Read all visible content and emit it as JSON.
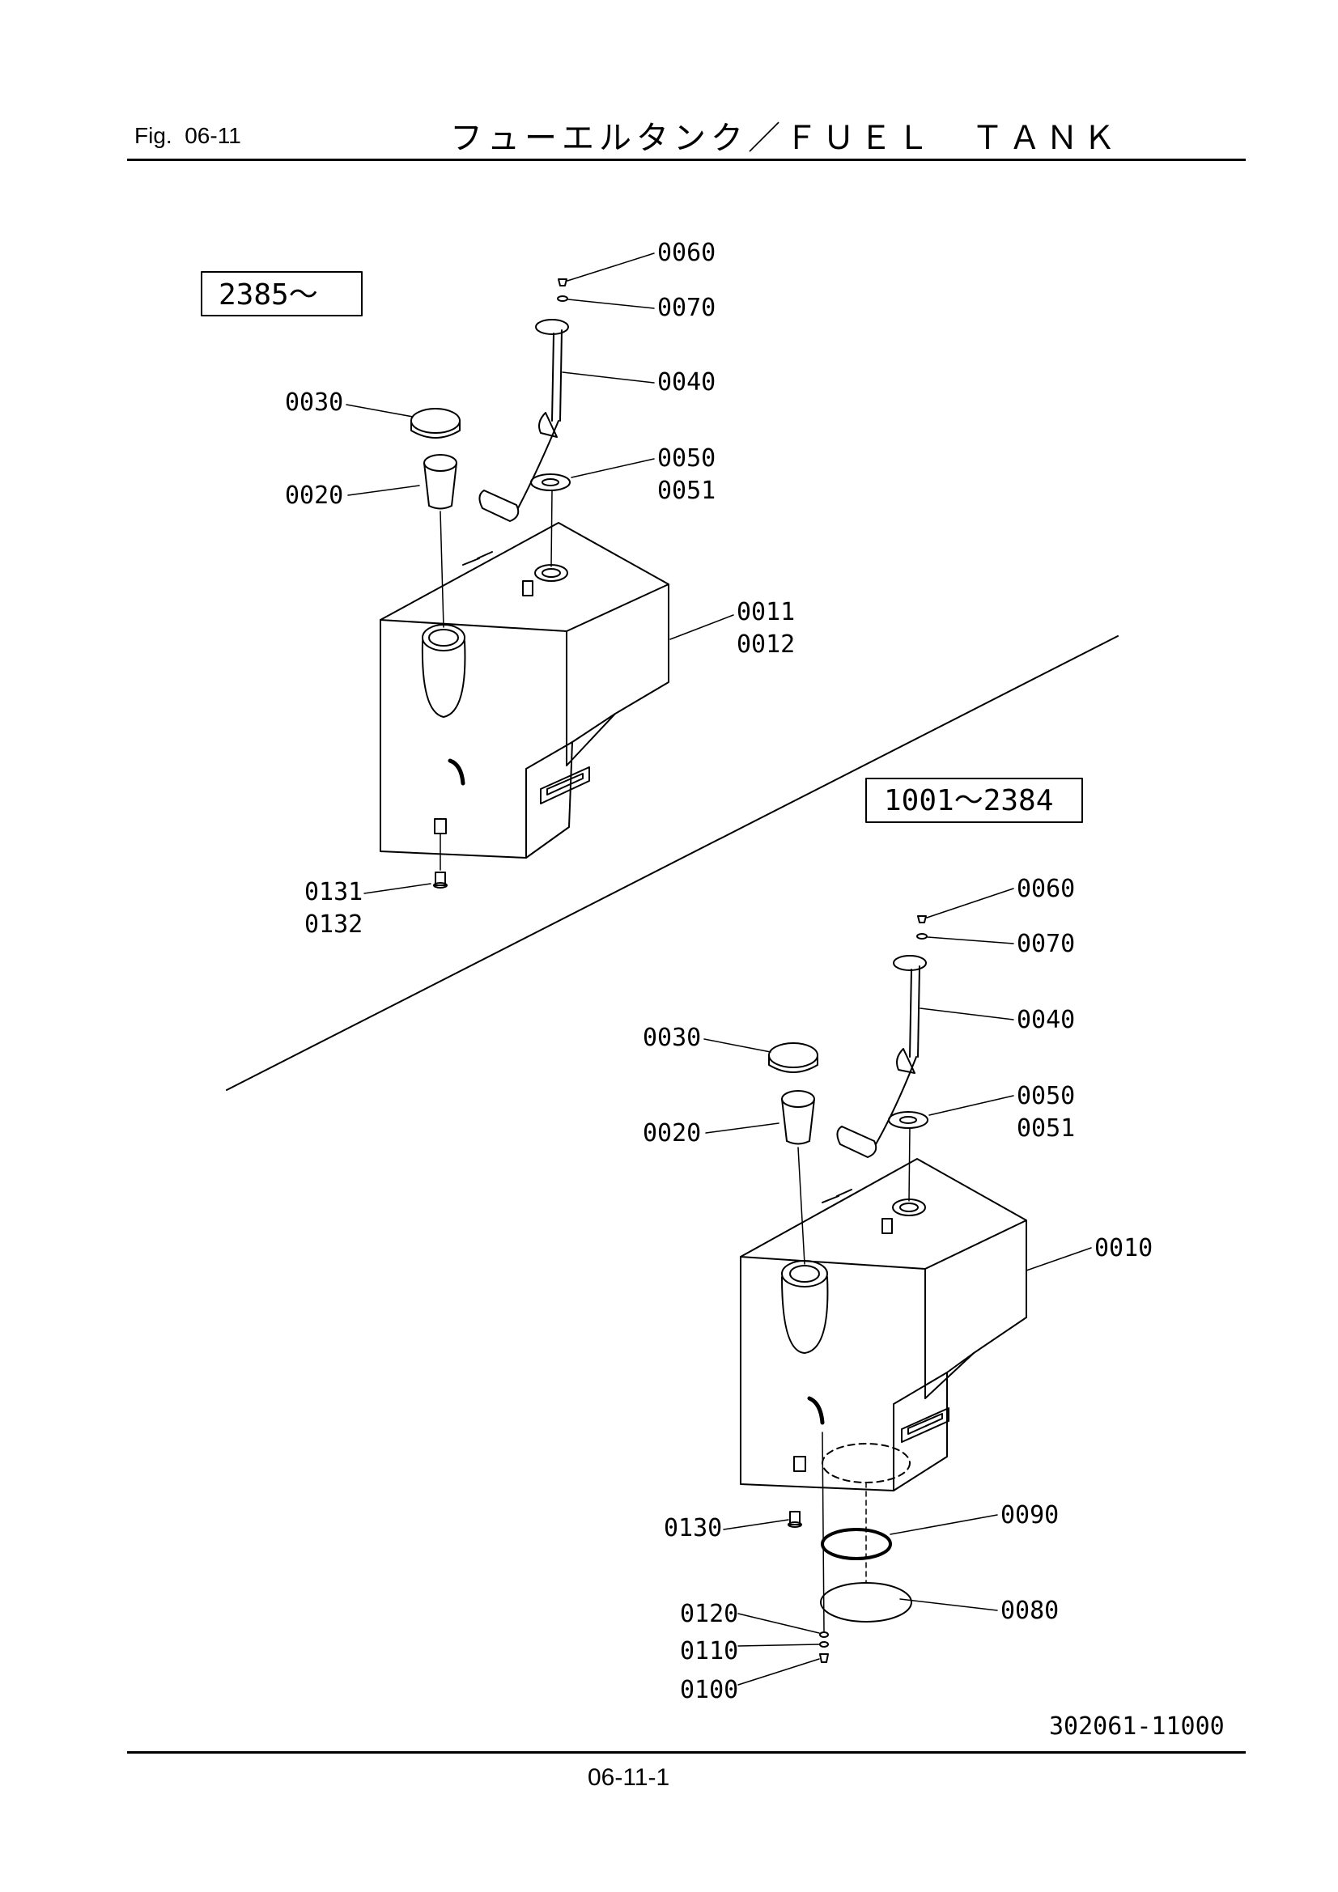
{
  "header": {
    "fig_label": "Fig.  06-11",
    "title": "フューエルタンク／ＦＵＥＬ　ＴＡＮＫ"
  },
  "top_diagram": {
    "serial_range": "2385～",
    "callouts": [
      {
        "id": "t0060",
        "text": "0060"
      },
      {
        "id": "t0070",
        "text": "0070"
      },
      {
        "id": "t0040",
        "text": "0040"
      },
      {
        "id": "t0030",
        "text": "0030"
      },
      {
        "id": "t0050",
        "text": "0050"
      },
      {
        "id": "t0051",
        "text": "0051"
      },
      {
        "id": "t0020",
        "text": "0020"
      },
      {
        "id": "t0011",
        "text": "0011"
      },
      {
        "id": "t0012",
        "text": "0012"
      },
      {
        "id": "t0131",
        "text": "0131"
      },
      {
        "id": "t0132",
        "text": "0132"
      }
    ]
  },
  "bottom_diagram": {
    "serial_range": "1001～2384",
    "callouts": [
      {
        "id": "b0060",
        "text": "0060"
      },
      {
        "id": "b0070",
        "text": "0070"
      },
      {
        "id": "b0040",
        "text": "0040"
      },
      {
        "id": "b0030",
        "text": "0030"
      },
      {
        "id": "b0050",
        "text": "0050"
      },
      {
        "id": "b0051",
        "text": "0051"
      },
      {
        "id": "b0020",
        "text": "0020"
      },
      {
        "id": "b0010",
        "text": "0010"
      },
      {
        "id": "b0090",
        "text": "0090"
      },
      {
        "id": "b0130",
        "text": "0130"
      },
      {
        "id": "b0080",
        "text": "0080"
      },
      {
        "id": "b0120",
        "text": "0120"
      },
      {
        "id": "b0110",
        "text": "0110"
      },
      {
        "id": "b0100",
        "text": "0100"
      }
    ]
  },
  "drawing_number": "302061-11000",
  "footer": {
    "page_number": "06-11-1"
  }
}
